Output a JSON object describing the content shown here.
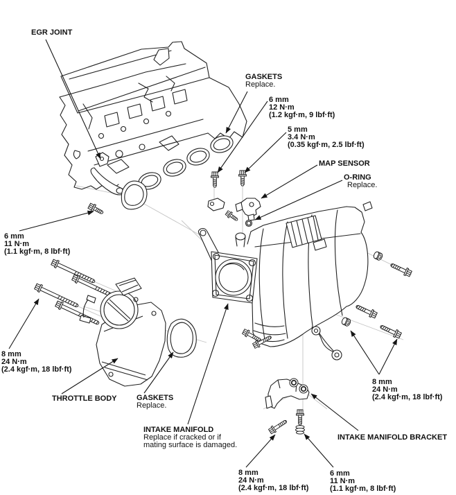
{
  "figure": {
    "background": "#ffffff",
    "line_color": "#1f1f1f",
    "guide_line_color": "#c5c5c5",
    "text_color": "#111111"
  },
  "labels": {
    "egr_joint": {
      "title": "EGR JOINT"
    },
    "gaskets_top": {
      "title": "GASKETS",
      "sub": "Replace."
    },
    "bolt_6mm_12nm": {
      "size": "6 mm",
      "torque": "12 N·m",
      "detail": "(1.2 kgf·m, 9 lbf·ft)"
    },
    "bolt_5mm": {
      "size": "5 mm",
      "torque": "3.4 N·m",
      "detail": "(0.35 kgf·m, 2.5 lbf·ft)"
    },
    "map_sensor": {
      "title": "MAP SENSOR"
    },
    "o_ring": {
      "title": "O-RING",
      "sub": "Replace."
    },
    "bolt_6mm_11nm_left": {
      "size": "6 mm",
      "torque": "11 N·m",
      "detail": "(1.1 kgf·m, 8 lbf·ft)"
    },
    "bolt_8mm_left": {
      "size": "8 mm",
      "torque": "24 N·m",
      "detail": "(2.4 kgf·m, 18 lbf·ft)"
    },
    "throttle_body": {
      "title": "THROTTLE BODY"
    },
    "gaskets_bottom": {
      "title": "GASKETS",
      "sub": "Replace."
    },
    "intake_manifold": {
      "title": "INTAKE MANIFOLD",
      "sub1": "Replace if cracked or if",
      "sub2": "mating surface is damaged."
    },
    "bolt_8mm_bottom": {
      "size": "8 mm",
      "torque": "24 N·m",
      "detail": "(2.4 kgf·m, 18 lbf·ft)"
    },
    "bolt_6mm_11nm_bottom": {
      "size": "6 mm",
      "torque": "11 N·m",
      "detail": "(1.1 kgf·m, 8 lbf·ft)"
    },
    "intake_manifold_bracket": {
      "title": "INTAKE MANIFOLD BRACKET"
    },
    "bolt_8mm_right": {
      "size": "8 mm",
      "torque": "24 N·m",
      "detail": "(2.4 kgf·m, 18 lbf·ft)"
    }
  }
}
